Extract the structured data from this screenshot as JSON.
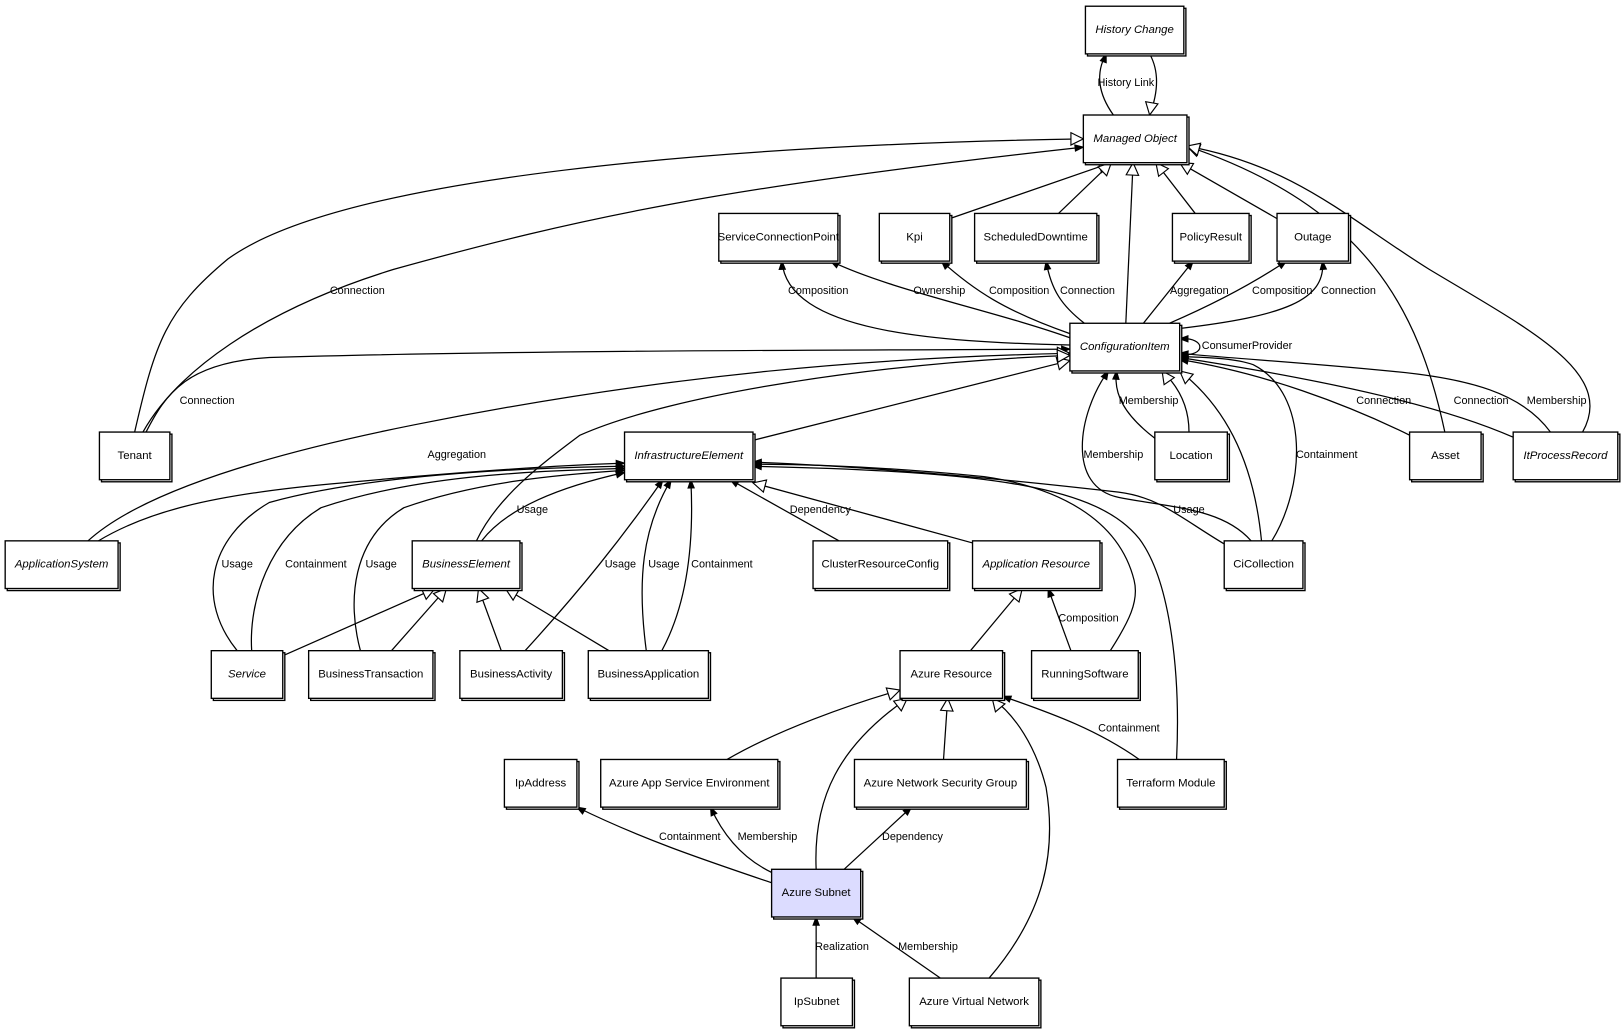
{
  "diagram": {
    "title": "Azure Subnet class relationships",
    "highlight_color": "#dcdcff",
    "nodes": [
      {
        "id": "history-change",
        "label": "History Change",
        "abstract": true
      },
      {
        "id": "managed-object",
        "label": "Managed Object",
        "abstract": true
      },
      {
        "id": "service-connection-point",
        "label": "ServiceConnectionPoint",
        "abstract": false
      },
      {
        "id": "kpi",
        "label": "Kpi",
        "abstract": false
      },
      {
        "id": "scheduled-downtime",
        "label": "ScheduledDowntime",
        "abstract": false
      },
      {
        "id": "policy-result",
        "label": "PolicyResult",
        "abstract": false
      },
      {
        "id": "outage",
        "label": "Outage",
        "abstract": false
      },
      {
        "id": "configuration-item",
        "label": "ConfigurationItem",
        "abstract": true
      },
      {
        "id": "tenant",
        "label": "Tenant",
        "abstract": false
      },
      {
        "id": "infrastructure-element",
        "label": "InfrastructureElement",
        "abstract": true
      },
      {
        "id": "location",
        "label": "Location",
        "abstract": false
      },
      {
        "id": "asset",
        "label": "Asset",
        "abstract": false
      },
      {
        "id": "it-process-record",
        "label": "ItProcessRecord",
        "abstract": true
      },
      {
        "id": "application-system",
        "label": "ApplicationSystem",
        "abstract": true
      },
      {
        "id": "business-element",
        "label": "BusinessElement",
        "abstract": true
      },
      {
        "id": "cluster-resource-config",
        "label": "ClusterResourceConfig",
        "abstract": false
      },
      {
        "id": "application-resource",
        "label": "Application Resource",
        "abstract": true
      },
      {
        "id": "ci-collection",
        "label": "CiCollection",
        "abstract": false
      },
      {
        "id": "service",
        "label": "Service",
        "abstract": true
      },
      {
        "id": "business-transaction",
        "label": "BusinessTransaction",
        "abstract": false
      },
      {
        "id": "business-activity",
        "label": "BusinessActivity",
        "abstract": false
      },
      {
        "id": "business-application",
        "label": "BusinessApplication",
        "abstract": false
      },
      {
        "id": "azure-resource",
        "label": "Azure Resource",
        "abstract": false
      },
      {
        "id": "running-software",
        "label": "RunningSoftware",
        "abstract": false
      },
      {
        "id": "ip-address",
        "label": "IpAddress",
        "abstract": false
      },
      {
        "id": "azure-app-service-environment",
        "label": "Azure App Service Environment",
        "abstract": false
      },
      {
        "id": "azure-network-security-group",
        "label": "Azure Network Security Group",
        "abstract": false
      },
      {
        "id": "terraform-module",
        "label": "Terraform Module",
        "abstract": false
      },
      {
        "id": "azure-subnet",
        "label": "Azure Subnet",
        "abstract": false,
        "highlighted": true
      },
      {
        "id": "ip-subnet",
        "label": "IpSubnet",
        "abstract": false
      },
      {
        "id": "azure-virtual-network",
        "label": "Azure Virtual Network",
        "abstract": false
      }
    ],
    "edges": [
      {
        "from": "managed-object",
        "to": "history-change",
        "type": "association",
        "label": "History Link"
      },
      {
        "from": "history-change",
        "to": "managed-object",
        "type": "inheritance",
        "label": ""
      },
      {
        "from": "kpi",
        "to": "managed-object",
        "type": "inheritance",
        "label": ""
      },
      {
        "from": "scheduled-downtime",
        "to": "managed-object",
        "type": "inheritance",
        "label": ""
      },
      {
        "from": "configuration-item",
        "to": "managed-object",
        "type": "inheritance",
        "label": ""
      },
      {
        "from": "policy-result",
        "to": "managed-object",
        "type": "inheritance",
        "label": ""
      },
      {
        "from": "outage",
        "to": "managed-object",
        "type": "inheritance",
        "label": ""
      },
      {
        "from": "tenant",
        "to": "managed-object",
        "type": "inheritance",
        "label": ""
      },
      {
        "from": "tenant",
        "to": "managed-object",
        "type": "association",
        "label": "Connection"
      },
      {
        "from": "asset",
        "to": "managed-object",
        "type": "inheritance",
        "label": ""
      },
      {
        "from": "it-process-record",
        "to": "managed-object",
        "type": "inheritance",
        "label": ""
      },
      {
        "from": "configuration-item",
        "to": "service-connection-point",
        "type": "association",
        "label": "Composition"
      },
      {
        "from": "configuration-item",
        "to": "service-connection-point",
        "type": "association",
        "label": "Ownership"
      },
      {
        "from": "configuration-item",
        "to": "kpi",
        "type": "association",
        "label": "Composition"
      },
      {
        "from": "configuration-item",
        "to": "scheduled-downtime",
        "type": "association",
        "label": "Connection"
      },
      {
        "from": "configuration-item",
        "to": "policy-result",
        "type": "association",
        "label": "Aggregation"
      },
      {
        "from": "configuration-item",
        "to": "outage",
        "type": "association",
        "label": "Composition"
      },
      {
        "from": "configuration-item",
        "to": "outage",
        "type": "association",
        "label": "Connection"
      },
      {
        "from": "configuration-item",
        "to": "configuration-item",
        "type": "association",
        "label": "ConsumerProvider"
      },
      {
        "from": "tenant",
        "to": "configuration-item",
        "type": "association",
        "label": "Connection"
      },
      {
        "from": "application-system",
        "to": "configuration-item",
        "type": "inheritance",
        "label": ""
      },
      {
        "from": "application-system",
        "to": "infrastructure-element",
        "type": "association",
        "label": "Aggregation"
      },
      {
        "from": "infrastructure-element",
        "to": "configuration-item",
        "type": "inheritance",
        "label": ""
      },
      {
        "from": "business-element",
        "to": "configuration-item",
        "type": "inheritance",
        "label": ""
      },
      {
        "from": "location",
        "to": "configuration-item",
        "type": "association",
        "label": "Membership"
      },
      {
        "from": "location",
        "to": "configuration-item",
        "type": "inheritance",
        "label": ""
      },
      {
        "from": "ci-collection",
        "to": "configuration-item",
        "type": "association",
        "label": "Membership"
      },
      {
        "from": "ci-collection",
        "to": "configuration-item",
        "type": "inheritance",
        "label": ""
      },
      {
        "from": "ci-collection",
        "to": "configuration-item",
        "type": "association",
        "label": "Containment"
      },
      {
        "from": "asset",
        "to": "configuration-item",
        "type": "association",
        "label": "Connection"
      },
      {
        "from": "it-process-record",
        "to": "configuration-item",
        "type": "association",
        "label": "Connection"
      },
      {
        "from": "it-process-record",
        "to": "configuration-item",
        "type": "association",
        "label": "Membership"
      },
      {
        "from": "service",
        "to": "infrastructure-element",
        "type": "association",
        "label": "Usage"
      },
      {
        "from": "service",
        "to": "infrastructure-element",
        "type": "association",
        "label": "Containment"
      },
      {
        "from": "business-transaction",
        "to": "infrastructure-element",
        "type": "association",
        "label": "Usage"
      },
      {
        "from": "business-element",
        "to": "infrastructure-element",
        "type": "association",
        "label": "Usage"
      },
      {
        "from": "business-activity",
        "to": "infrastructure-element",
        "type": "association",
        "label": "Usage"
      },
      {
        "from": "business-application",
        "to": "infrastructure-element",
        "type": "association",
        "label": "Usage"
      },
      {
        "from": "business-application",
        "to": "infrastructure-element",
        "type": "association",
        "label": "Containment"
      },
      {
        "from": "cluster-resource-config",
        "to": "infrastructure-element",
        "type": "association",
        "label": "Dependency"
      },
      {
        "from": "application-resource",
        "to": "infrastructure-element",
        "type": "inheritance",
        "label": ""
      },
      {
        "from": "ci-collection",
        "to": "infrastructure-element",
        "type": "association",
        "label": "Usage"
      },
      {
        "from": "running-software",
        "to": "infrastructure-element",
        "type": "association",
        "label": ""
      },
      {
        "from": "terraform-module",
        "to": "infrastructure-element",
        "type": "association",
        "label": ""
      },
      {
        "from": "service",
        "to": "business-element",
        "type": "inheritance",
        "label": ""
      },
      {
        "from": "business-transaction",
        "to": "business-element",
        "type": "inheritance",
        "label": ""
      },
      {
        "from": "business-activity",
        "to": "business-element",
        "type": "inheritance",
        "label": ""
      },
      {
        "from": "business-application",
        "to": "business-element",
        "type": "inheritance",
        "label": ""
      },
      {
        "from": "azure-resource",
        "to": "application-resource",
        "type": "inheritance",
        "label": ""
      },
      {
        "from": "running-software",
        "to": "application-resource",
        "type": "association",
        "label": "Composition"
      },
      {
        "from": "azure-app-service-environment",
        "to": "azure-resource",
        "type": "inheritance",
        "label": ""
      },
      {
        "from": "azure-subnet",
        "to": "azure-resource",
        "type": "inheritance",
        "label": ""
      },
      {
        "from": "azure-network-security-group",
        "to": "azure-resource",
        "type": "inheritance",
        "label": ""
      },
      {
        "from": "azure-virtual-network",
        "to": "azure-resource",
        "type": "inheritance",
        "label": ""
      },
      {
        "from": "terraform-module",
        "to": "azure-resource",
        "type": "association",
        "label": "Containment"
      },
      {
        "from": "azure-subnet",
        "to": "ip-address",
        "type": "association",
        "label": "Containment"
      },
      {
        "from": "azure-subnet",
        "to": "azure-app-service-environment",
        "type": "association",
        "label": "Membership"
      },
      {
        "from": "azure-subnet",
        "to": "azure-network-security-group",
        "type": "association",
        "label": "Dependency"
      },
      {
        "from": "ip-subnet",
        "to": "azure-subnet",
        "type": "association",
        "label": "Realization"
      },
      {
        "from": "azure-virtual-network",
        "to": "azure-subnet",
        "type": "association",
        "label": "Membership"
      }
    ]
  }
}
